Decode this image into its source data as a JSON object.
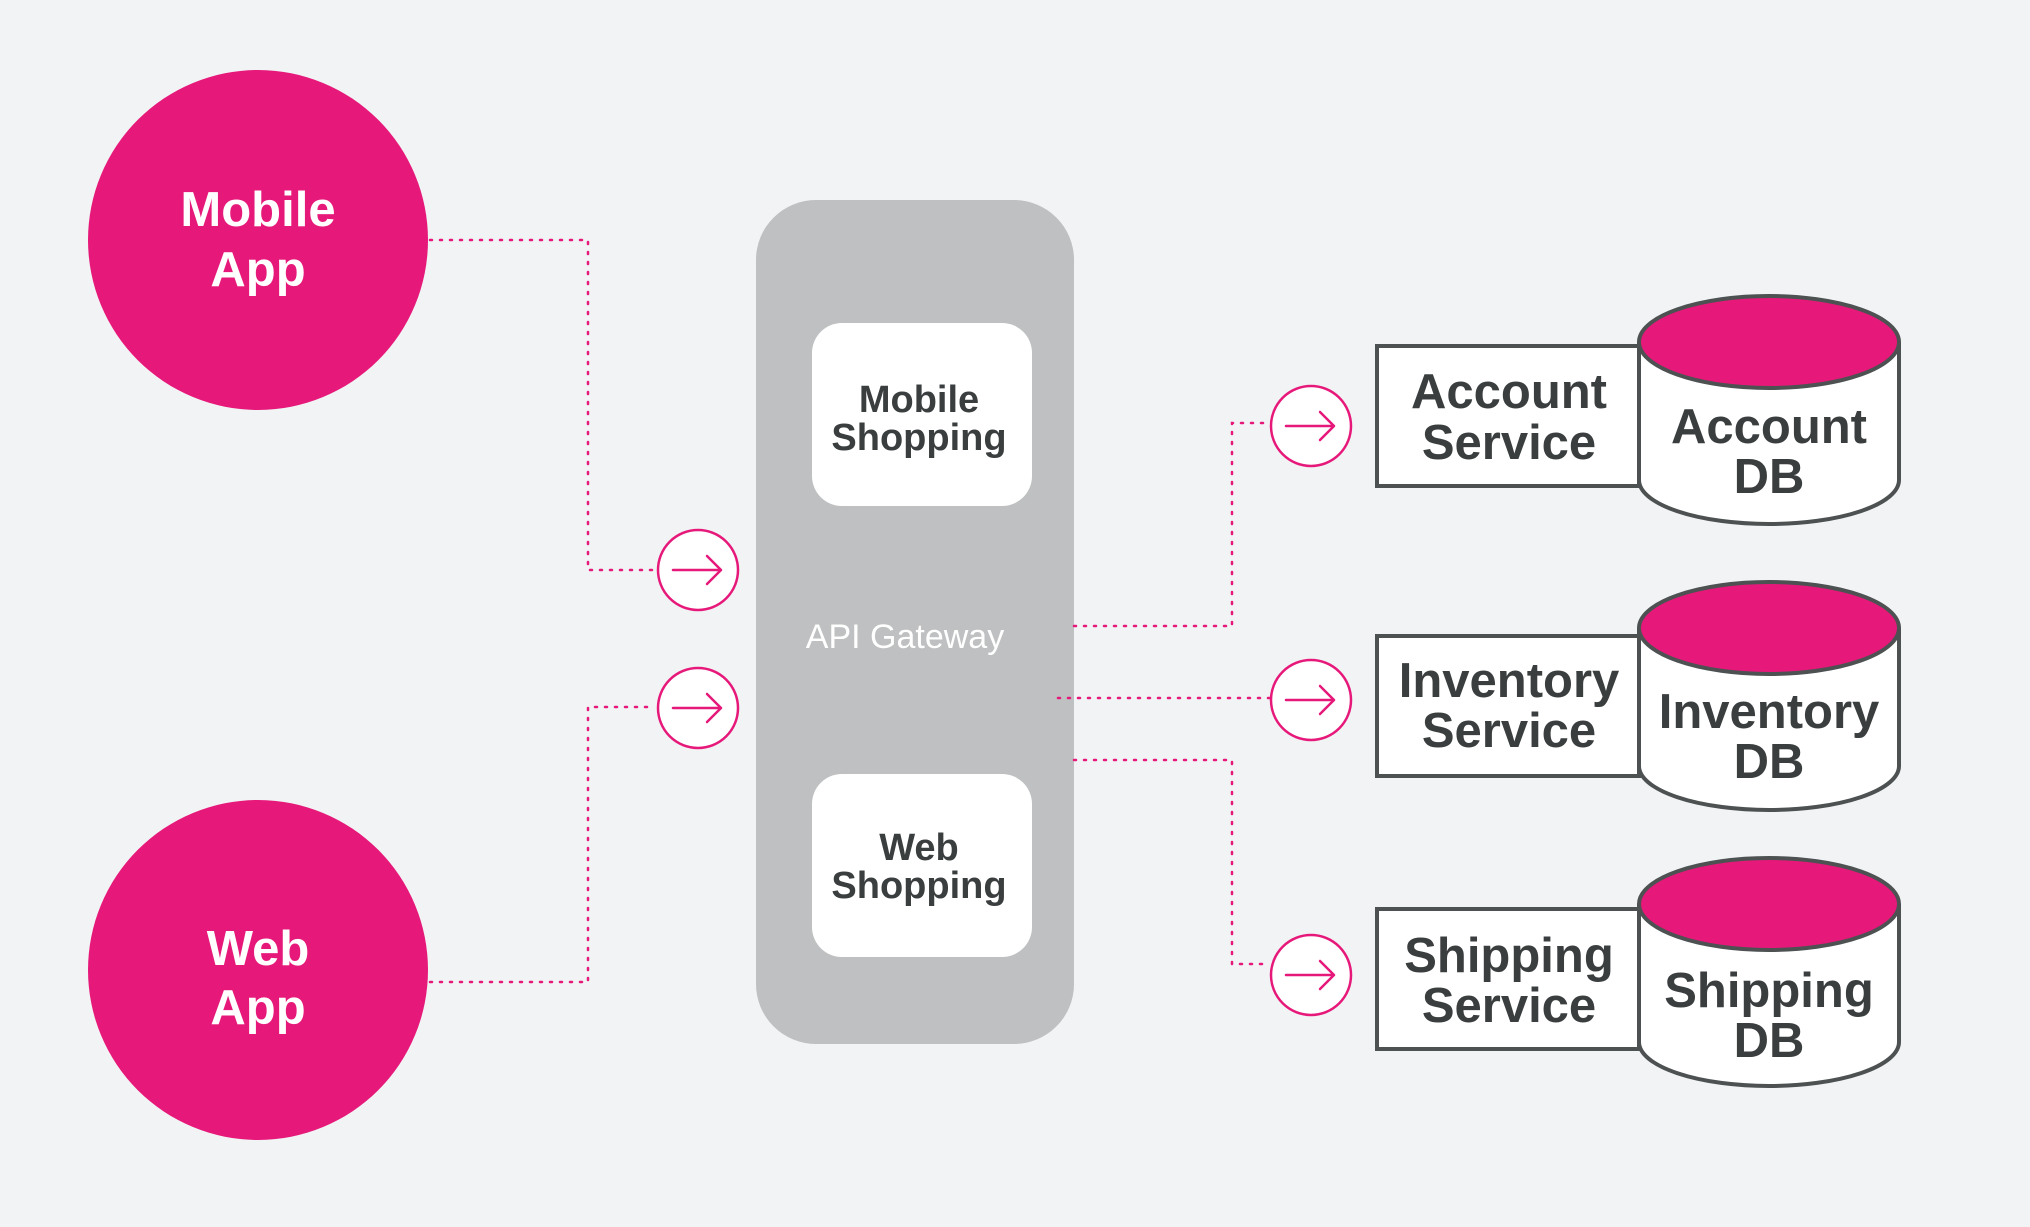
{
  "colors": {
    "background": "#f2f3f5",
    "accent": "#e6197a",
    "gateway": "#bec0c1",
    "card": "#ffffff",
    "text_dark": "#3b3e3f",
    "outline": "#4d5152"
  },
  "clients": [
    {
      "id": "mobile",
      "line1": "Mobile",
      "line2": "App"
    },
    {
      "id": "web",
      "line1": "Web",
      "line2": "App"
    }
  ],
  "gateway": {
    "label": "API Gateway",
    "mobile_line1": "Mobile",
    "mobile_line2": "Shopping",
    "web_line1": "Web",
    "web_line2": "Shopping"
  },
  "services": [
    {
      "id": "account",
      "service_line1": "Account",
      "service_line2": "Service",
      "db_line1": "Account",
      "db_line2": "DB"
    },
    {
      "id": "inventory",
      "service_line1": "Inventory",
      "service_line2": "Service",
      "db_line1": "Inventory",
      "db_line2": "DB"
    },
    {
      "id": "shipping",
      "service_line1": "Shipping",
      "service_line2": "Service",
      "db_line1": "Shipping",
      "db_line2": "DB"
    }
  ],
  "icons": {
    "connector_marker": "arrow-right-circle-icon",
    "database": "database-cylinder-icon"
  }
}
